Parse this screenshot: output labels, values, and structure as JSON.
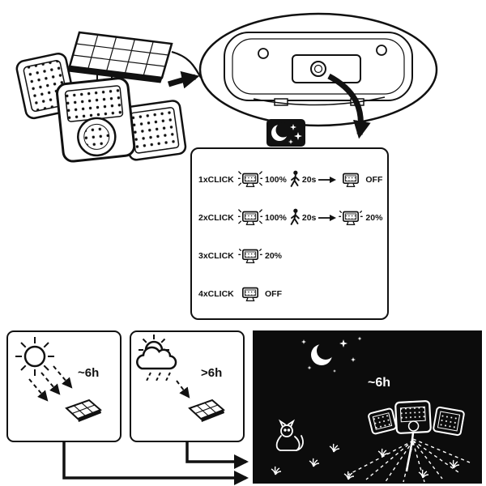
{
  "colors": {
    "ink": "#111111",
    "paper": "#ffffff",
    "night_bg": "#0c0c0c",
    "night_ink": "#ffffff"
  },
  "device": {
    "main_illustration_icon": "solar-floodlight-icon",
    "callout_icon": "device-underside-button-icon"
  },
  "modes": {
    "badge_icon": "moon-stars-icon",
    "rows": [
      {
        "click": "1xCLICK",
        "lamp1_icon": "floodlight-on-icon",
        "lamp1_state": "100%",
        "person_icon": "walking-person-icon",
        "delay": "20s",
        "arrow_icon": "right-arrow-icon",
        "lamp2_icon": "floodlight-off-icon",
        "lamp2_state": "OFF"
      },
      {
        "click": "2xCLICK",
        "lamp1_icon": "floodlight-on-icon",
        "lamp1_state": "100%",
        "person_icon": "walking-person-icon",
        "delay": "20s",
        "arrow_icon": "right-arrow-icon",
        "lamp2_icon": "floodlight-dim-icon",
        "lamp2_state": "20%"
      },
      {
        "click": "3xCLICK",
        "lamp1_icon": "floodlight-dim-icon",
        "lamp1_state": "20%"
      },
      {
        "click": "4xCLICK",
        "lamp1_icon": "floodlight-off-icon",
        "lamp1_state": "OFF"
      }
    ]
  },
  "charging": {
    "sunny": {
      "icon": "sun-icon",
      "panel_icon": "solar-panel-icon",
      "duration": "~6h"
    },
    "cloudy": {
      "icon": "sun-behind-cloud-icon",
      "panel_icon": "solar-panel-icon",
      "duration": ">6h"
    }
  },
  "night": {
    "icons": [
      "crescent-moon-icon",
      "stars-icon",
      "cat-icon",
      "floodlight-icon",
      "grass-icon"
    ],
    "runtime": "~6h"
  }
}
